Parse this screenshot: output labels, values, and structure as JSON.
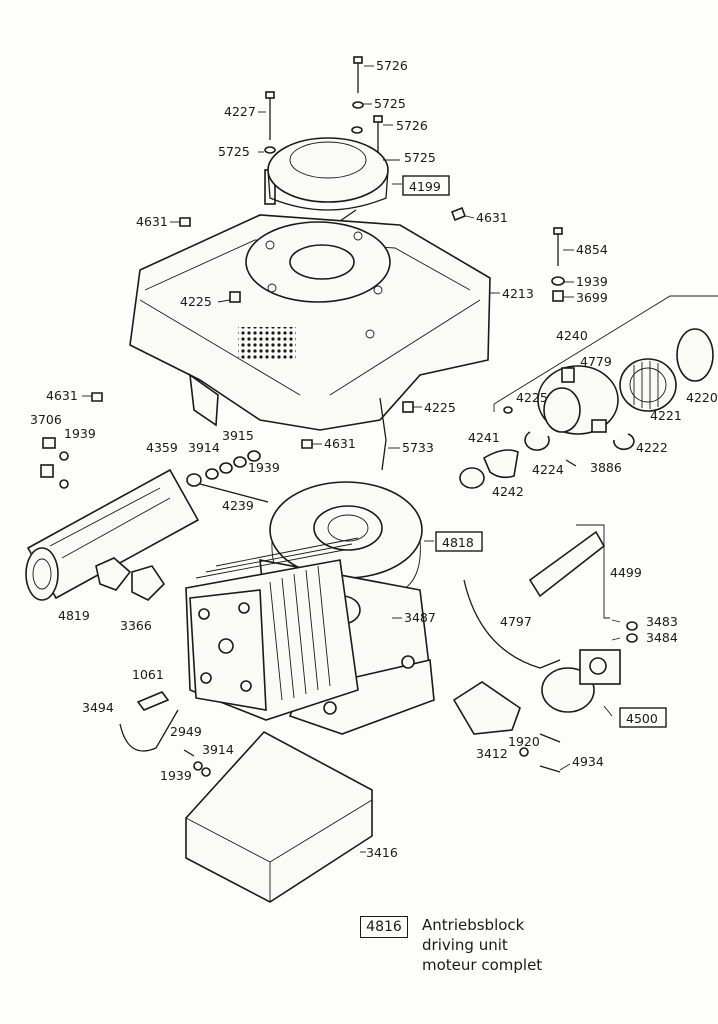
{
  "labels": {
    "p5726_top": "5726",
    "p5725_a": "5725",
    "p4227": "4227",
    "p5726_b": "5726",
    "p5725_b": "5725",
    "p5725_c": "5725",
    "p4199": "4199",
    "p4631_a": "4631",
    "p4631_b": "4631",
    "p4854": "4854",
    "p1939_a": "1939",
    "p3699": "3699",
    "p4213": "4213",
    "p4225_a": "4225",
    "p4240": "4240",
    "p4779": "4779",
    "p4220": "4220",
    "p4221": "4221",
    "p4225_b": "4225",
    "p4222": "4222",
    "p4631_c": "4631",
    "p4225_c": "4225",
    "p3706": "3706",
    "p1939_b": "1939",
    "p4359": "4359",
    "p3914_a": "3914",
    "p3915": "3915",
    "p1939_c": "1939",
    "p4631_d": "4631",
    "p5733": "5733",
    "p4241": "4241",
    "p4224": "4224",
    "p3886": "3886",
    "p4242": "4242",
    "p4239": "4239",
    "p4818": "4818",
    "p4499": "4499",
    "p4819": "4819",
    "p3366": "3366",
    "p3487": "3487",
    "p4797": "4797",
    "p3483": "3483",
    "p3484": "3484",
    "p1061": "1061",
    "p3494": "3494",
    "p2949": "2949",
    "p3914_b": "3914",
    "p1939_d": "1939",
    "p4500": "4500",
    "p1920": "1920",
    "p3412": "3412",
    "p4934": "4934",
    "p3416": "3416"
  },
  "legend": {
    "code": "4816",
    "line1": "Antriebsblock",
    "line2": "driving unit",
    "line3": "moteur complet"
  },
  "icons": [
    "bolt-icon",
    "washer-icon",
    "nut-icon",
    "engine-block-icon",
    "air-filter-icon",
    "carburetor-icon"
  ],
  "colors": {
    "ink": "#1a1a1a",
    "paper": "#fdfdfb"
  }
}
